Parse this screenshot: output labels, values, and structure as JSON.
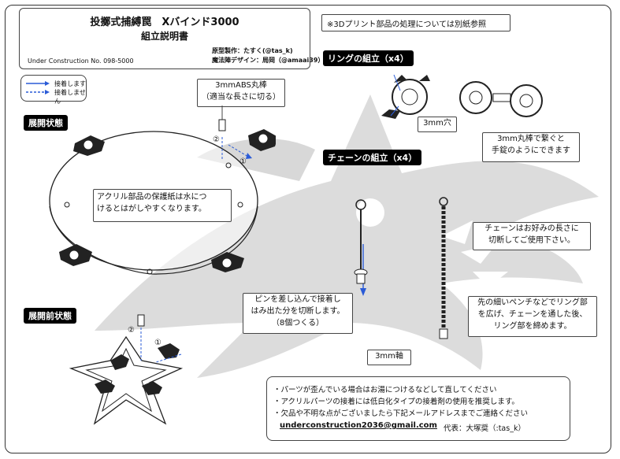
{
  "title": {
    "main": "投擲式捕縛罠　Xバインド3000",
    "sub": "組立説明書",
    "serial": "Under Construction  No. 098-5000",
    "credit1": "原型製作：たすく(@tas_k)",
    "credit2": "魔法陣デザイン：局岡（@amaai39）"
  },
  "legend": {
    "glue": "接着します",
    "noglue": "接着しません"
  },
  "notice": "※3Dプリント部品の処理については別紙参照",
  "sections": {
    "expanded": "展開状態",
    "before": "展開前状態",
    "ring": "リングの組立（x4）",
    "chain": "チェーンの組立（x4）"
  },
  "callouts": {
    "abs_rod_1": "3mmABS丸棒",
    "abs_rod_2": "（適当な長さに切る）",
    "acrylic_1": "アクリル部品の保護紙は水につ",
    "acrylic_2": "けるとはがしやすくなります。",
    "hole": "3mm穴",
    "rod_connect_1": "3mm丸棒で繋ぐと",
    "rod_connect_2": "手錠のようにできます",
    "pin_1": "ピンを差し込んで接着し",
    "pin_2": "はみ出た分を切断します。",
    "pin_3": "（8個つくる）",
    "chain_len_1": "チェーンはお好みの長さに",
    "chain_len_2": "切断してご使用下さい。",
    "pliers_1": "先の細いペンチなどでリング部",
    "pliers_2": "を広げ、チェーンを通した後、",
    "pliers_3": "リング部を締めます。",
    "shaft": "3mm軸"
  },
  "steps": {
    "one": "①",
    "two": "②"
  },
  "footer": {
    "line1": "・パーツが歪んでいる場合はお湯につけるなどして直してください",
    "line2": "・アクリルパーツの接着には低白化タイプの接着剤の使用を推奨します。",
    "line3": "・欠品や不明な点がございましたら下記メールアドレスまでご連絡ください",
    "email": "underconstruction2036@gmail.com",
    "rep": "代表：大塚奨（:tas_k）"
  },
  "colors": {
    "arrow_blue": "#2a5bd7",
    "shark_gray": "#cfcfcf",
    "part_dark": "#222222"
  }
}
